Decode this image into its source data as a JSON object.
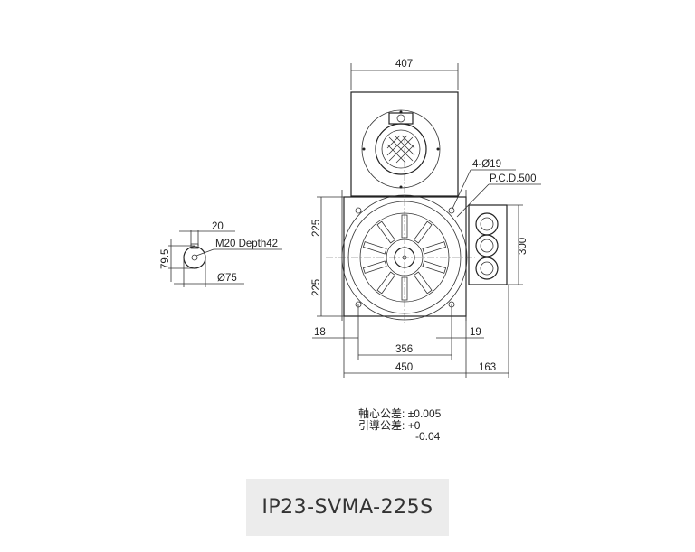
{
  "dimensions": {
    "top_width": "407",
    "bolt_holes": "4-Ø19",
    "pcd": "P.C.D.500",
    "upper_half_height": "225",
    "lower_half_height": "225",
    "terminal_box_height": "300",
    "left_offset": "18",
    "right_offset": "19",
    "bolt_spacing": "356",
    "body_width": "450",
    "terminal_box_depth": "163"
  },
  "shaft_detail": {
    "key_width": "20",
    "thread": "M20 Depth42",
    "height": "79.5",
    "diameter": "Ø75"
  },
  "tolerances": {
    "axial_label": "軸心公差:",
    "axial_value": "±0.005",
    "guide_label": "引導公差:",
    "guide_upper": "+0",
    "guide_lower": "-0.04"
  },
  "model_name": "IP23-SVMA-225S"
}
